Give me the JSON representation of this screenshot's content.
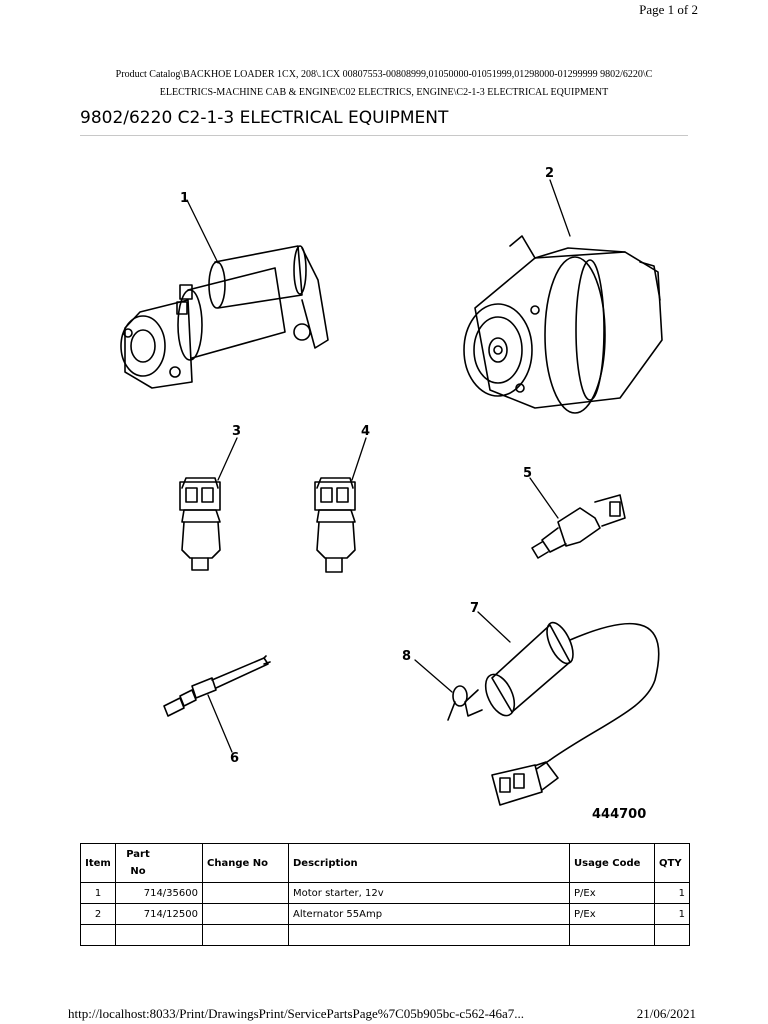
{
  "header": {
    "page_indicator": "Page 1 of 2",
    "breadcrumb_line1": "Product Catalog\\BACKHOE LOADER 1CX, 208\\.1CX 00807553-00808999,01050000-01051999,01298000-01299999 9802/6220\\C",
    "breadcrumb_line2": "ELECTRICS-MACHINE CAB & ENGINE\\C02 ELECTRICS, ENGINE\\C2-1-3 ELECTRICAL EQUIPMENT",
    "title": "9802/6220 C2-1-3 ELECTRICAL EQUIPMENT"
  },
  "diagram": {
    "callouts": [
      "1",
      "2",
      "3",
      "4",
      "5",
      "6",
      "7",
      "8"
    ],
    "drawing_number": "444700"
  },
  "table": {
    "headers": {
      "item": "Item",
      "part_line1": "Part",
      "part_line2": "No",
      "change": "Change No",
      "description": "Description",
      "usage": "Usage Code",
      "qty": "QTY"
    },
    "rows": [
      {
        "item": "1",
        "part": "714/35600",
        "change": "",
        "description": "Motor starter, 12v",
        "usage": "P/Ex",
        "qty": "1"
      },
      {
        "item": "2",
        "part": "714/12500",
        "change": "",
        "description": "Alternator 55Amp",
        "usage": "P/Ex",
        "qty": "1"
      },
      {
        "item": "",
        "part": "",
        "change": "",
        "description": "",
        "usage": "",
        "qty": ""
      }
    ]
  },
  "footer": {
    "url": "http://localhost:8033/Print/DrawingsPrint/ServicePartsPage%7C05b905bc-c562-46a7...",
    "date": "21/06/2021"
  }
}
